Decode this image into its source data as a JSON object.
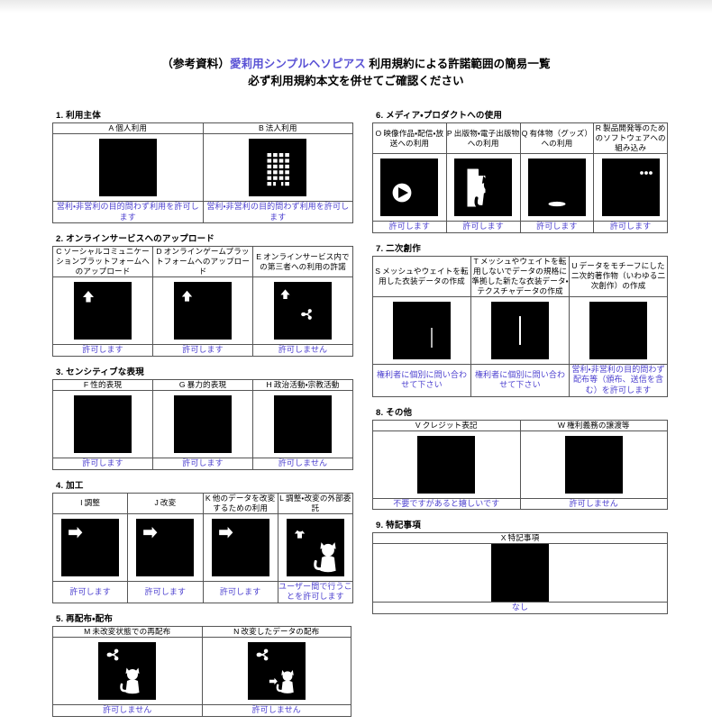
{
  "title": {
    "line1_prefix": "（参考資料）",
    "line1_brand": "愛莉用シンプルヘソピアス",
    "line1_suffix": " 利用規約による許諾範囲の簡易一覧",
    "line2": "必ず利用規約本文を併せてご確認ください"
  },
  "colors": {
    "brand": "#5a52d5",
    "note": "#4b3fcf",
    "border": "#555555",
    "icon": "#000000"
  },
  "sections": [
    {
      "number": "1.",
      "title": "1. 利用主体",
      "columns": 2,
      "cells": [
        {
          "letter": "A",
          "label": "個人利用",
          "icon": "person-icon",
          "note": "営利・非営利の目的問わず利用を許可します"
        },
        {
          "letter": "B",
          "label": "法人利用",
          "icon": "building-icon",
          "note": "営利・非営利の目的問わず利用を許可します"
        }
      ]
    },
    {
      "number": "2.",
      "title": "2. オンラインサービスへのアップロード",
      "columns": 3,
      "cells": [
        {
          "letter": "C",
          "label": "ソーシャルコミュニケーションプラットフォームへのアップロード",
          "icon": "upload-cat-icon",
          "note": "許可します"
        },
        {
          "letter": "D",
          "label": "オンラインゲームプラットフォームへのアップロード",
          "icon": "upload-monitor-cat-icon",
          "note": "許可します"
        },
        {
          "letter": "E",
          "label": "オンラインサービス内での第三者への利用の許諾",
          "icon": "share-people-cat-icon",
          "note": "許可しません"
        }
      ]
    },
    {
      "number": "3.",
      "title": "3. センシティブな表現",
      "columns": 3,
      "cells": [
        {
          "letter": "F",
          "label": "性的表現",
          "icon": "hearts-icon",
          "note": "許可します"
        },
        {
          "letter": "G",
          "label": "暴力的表現",
          "icon": "knife-icon",
          "note": "許可します"
        },
        {
          "letter": "H",
          "label": "政治活動・宗教活動",
          "icon": "podium-speaker-icon",
          "note": "許可しません"
        }
      ]
    },
    {
      "number": "4.",
      "title": "4. 加工",
      "columns": 4,
      "cells": [
        {
          "letter": "I",
          "label": "調整",
          "icon": "arrow-cat-equals-icon",
          "note": "許可します"
        },
        {
          "letter": "J",
          "label": "改変",
          "icon": "arrow-two-cats-icon",
          "note": "許可します"
        },
        {
          "letter": "K",
          "label": "他のデータを改変するための利用",
          "icon": "arrow-cat-ribbon-icon",
          "note": "許可します"
        },
        {
          "letter": "L",
          "label": "調整・改変の外部委託",
          "icon": "outsource-cats-icon",
          "note": "ユーザー間で行うことを許可します"
        }
      ]
    },
    {
      "number": "5.",
      "title": "5. 再配布・配布",
      "columns": 2,
      "cells": [
        {
          "letter": "M",
          "label": "未改変状態での再配布",
          "icon": "share-folder-cat-icon",
          "note": "許可しません"
        },
        {
          "letter": "N",
          "label": "改変したデータの配布",
          "icon": "share-folder-modified-cat-icon",
          "note": "許可しません"
        }
      ]
    },
    {
      "number": "6.",
      "title": "6. メディア・プロダクトへの使用",
      "columns": 4,
      "cells": [
        {
          "letter": "O",
          "label": "映像作品・配信・放送への利用",
          "icon": "play-cat-icon",
          "note": "許可します"
        },
        {
          "letter": "P",
          "label": "出版物・電子出版物への利用",
          "icon": "page-cat-icon",
          "note": "許可します"
        },
        {
          "letter": "Q",
          "label": "有体物（グッズ）への利用",
          "icon": "figurine-cat-icon",
          "note": "許可します"
        },
        {
          "letter": "R",
          "label": "製品開発等のためのソフトウェアへの組み込み",
          "icon": "window-cat-icon",
          "note": "許可します"
        }
      ]
    },
    {
      "number": "7.",
      "title": "7. 二次創作",
      "columns": 3,
      "cells": [
        {
          "letter": "S",
          "label": "メッシュやウェイトを転用した衣装データの作成",
          "icon": "cat-to-cloth-icon",
          "note": "権利者に個別に問い合わせて下さい"
        },
        {
          "letter": "T",
          "label": "メッシュやウェイトを転用しないでデータの規格に準拠した新たな衣装データ・テクスチャデータの作成",
          "icon": "cloth-icon",
          "note": "権利者に個別に問い合わせて下さい"
        },
        {
          "letter": "U",
          "label": "データをモチーフにした二次的著作物（いわゆる二次創作）の作成",
          "icon": "brush-icon",
          "note": "営利・非営利の目的問わず配布等（頒布、送信を含む）を許可します"
        }
      ]
    },
    {
      "number": "8.",
      "title": "8. その他",
      "columns": 2,
      "cells": [
        {
          "letter": "V",
          "label": "クレジット表記",
          "icon": "copyright-icon",
          "note": "不要ですがあると嬉しいです"
        },
        {
          "letter": "W",
          "label": "権利義務の譲渡等",
          "icon": "transfer-people-cat-icon",
          "note": "許可しません"
        }
      ]
    },
    {
      "number": "9.",
      "title": "9. 特記事項",
      "columns": 1,
      "cells": [
        {
          "letter": "X",
          "label": "特記事項",
          "icon": "exclamation-icon",
          "note": "なし"
        }
      ]
    }
  ]
}
